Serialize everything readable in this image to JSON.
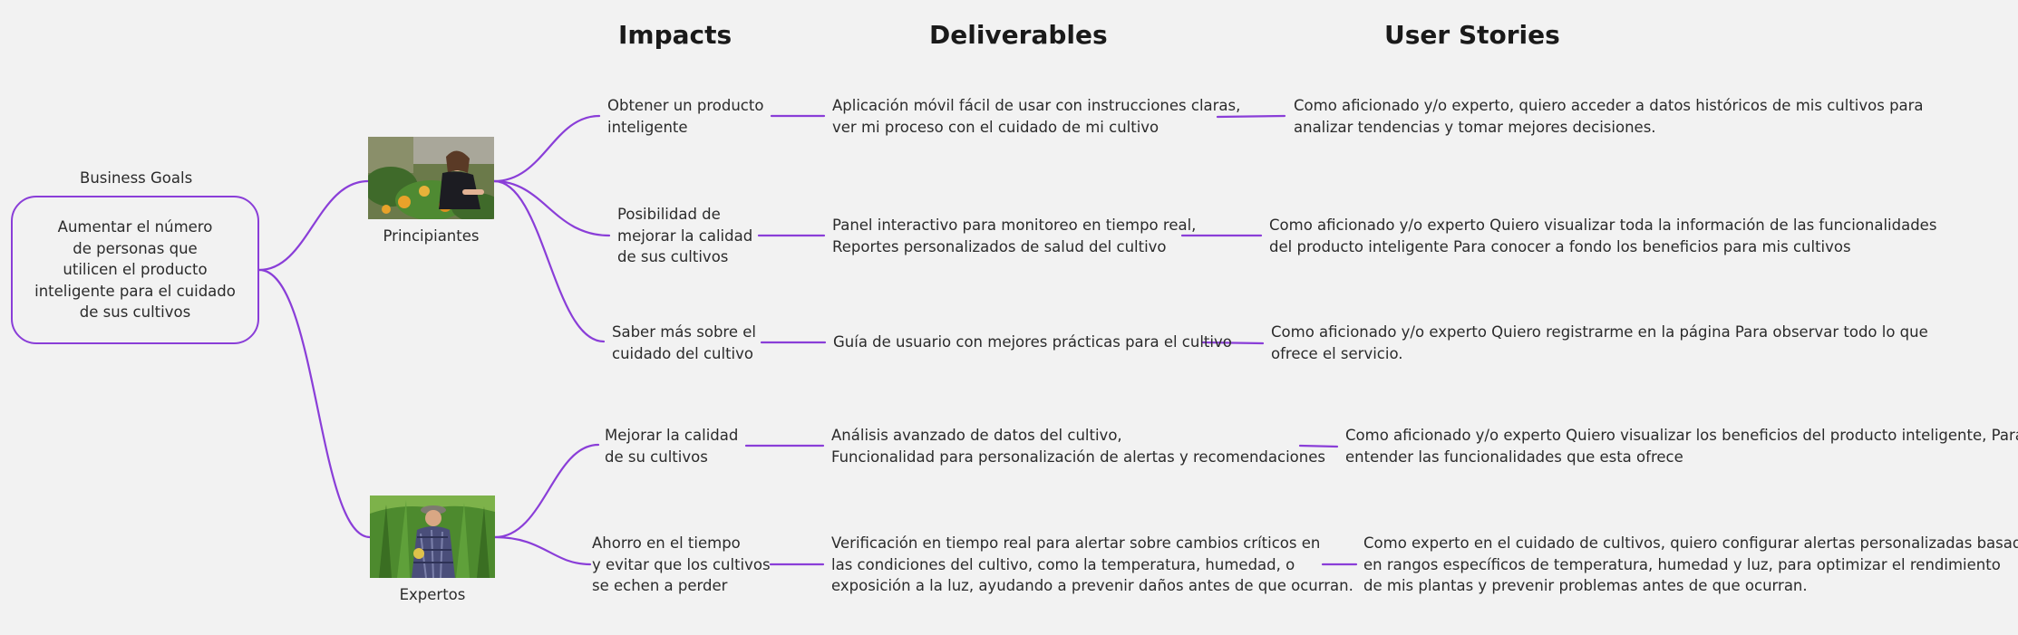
{
  "headers": {
    "impacts": "Impacts",
    "deliverables": "Deliverables",
    "user_stories": "User Stories"
  },
  "business_goal": {
    "label": "Business Goals",
    "lines": [
      "Aumentar el número",
      "de personas que",
      "utilicen el producto",
      "inteligente para el cuidado",
      "de sus cultivos"
    ]
  },
  "actors": [
    {
      "label": "Principiantes",
      "photo_icon": "woman-gardener-photo"
    },
    {
      "label": "Expertos",
      "photo_icon": "man-in-cornfield-photo"
    }
  ],
  "rows": [
    {
      "impact": [
        "Obtener un producto",
        "inteligente"
      ],
      "deliverable": [
        "Aplicación móvil fácil de usar con instrucciones claras,",
        "ver mi proceso con el cuidado de mi cultivo"
      ],
      "story": [
        "Como aficionado y/o experto, quiero acceder a datos históricos de mis cultivos para",
        "analizar tendencias y tomar mejores decisiones."
      ]
    },
    {
      "impact": [
        "Posibilidad de",
        "mejorar la calidad",
        "de sus cultivos"
      ],
      "deliverable": [
        "Panel interactivo para monitoreo en tiempo real,",
        "Reportes personalizados de salud del cultivo"
      ],
      "story": [
        "Como aficionado y/o experto Quiero visualizar toda la información de las funcionalidades",
        "del producto inteligente Para conocer a fondo los beneficios para mis cultivos"
      ]
    },
    {
      "impact": [
        "Saber más sobre el",
        "cuidado del cultivo"
      ],
      "deliverable": [
        "Guía de usuario con mejores prácticas para el cultivo"
      ],
      "story": [
        "Como aficionado y/o experto Quiero registrarme en la página Para observar todo lo que",
        "ofrece el servicio."
      ]
    },
    {
      "impact": [
        "Mejorar la calidad",
        "de su cultivos"
      ],
      "deliverable": [
        "Análisis avanzado de datos del cultivo,",
        "Funcionalidad para personalización de alertas y recomendaciones"
      ],
      "story": [
        "Como aficionado y/o experto Quiero visualizar los beneficios del producto inteligente, Para",
        "entender las funcionalidades que esta ofrece"
      ]
    },
    {
      "impact": [
        "Ahorro en el tiempo",
        "y evitar que los cultivos",
        "se echen a perder"
      ],
      "deliverable": [
        "Verificación en tiempo real para alertar sobre cambios críticos en",
        "las condiciones del cultivo, como la temperatura, humedad, o",
        "exposición a la luz, ayudando a prevenir daños antes de que ocurran."
      ],
      "story": [
        "Como experto en el cuidado de cultivos, quiero configurar alertas personalizadas basadas",
        "en rangos específicos de temperatura, humedad y luz, para optimizar el rendimiento",
        "de mis plantas y prevenir problemas antes de que ocurran."
      ]
    }
  ],
  "colors": {
    "connector": "#8a3ed8",
    "background": "#f2f2f2"
  }
}
